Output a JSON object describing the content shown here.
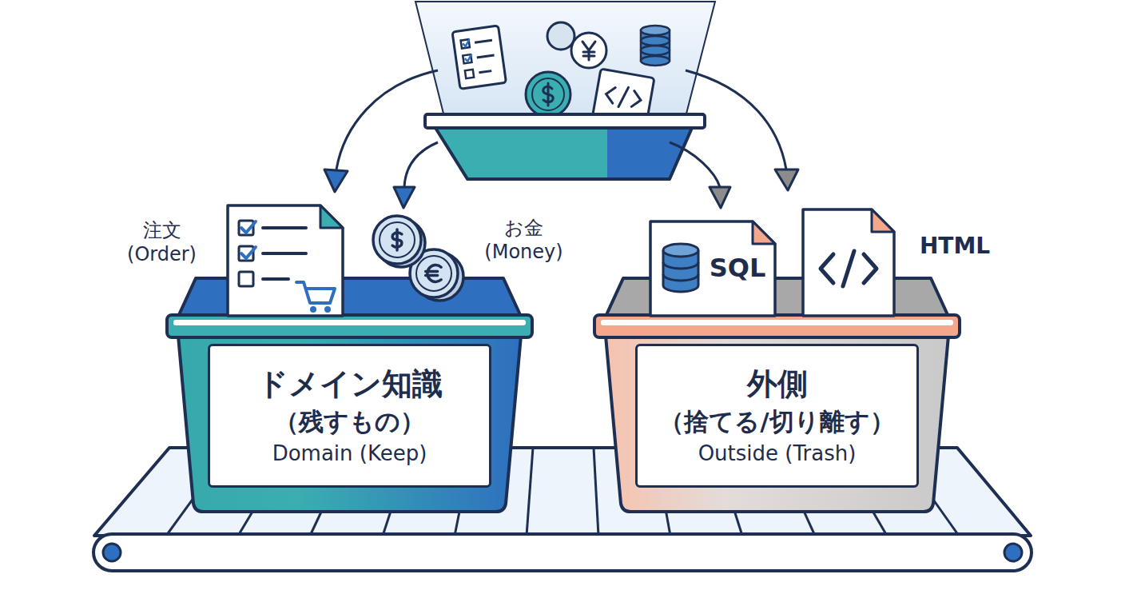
{
  "diagram": {
    "nodes": [
      {
        "text": [
          "ドメイン知識",
          "（残すもの）",
          "Domain (Keep)"
        ]
      },
      {
        "text": [
          "注文 (Order)"
        ],
        "in": 0
      },
      {
        "text": [
          "お金 (Money)"
        ],
        "in": 0
      },
      {
        "text": [
          "外側",
          "（捨てる/切り離す）",
          "Outside (Trash)"
        ]
      },
      {
        "text": [
          "SQL"
        ],
        "in": 3
      },
      {
        "text": [
          "HTML"
        ],
        "in": 3
      }
    ]
  }
}
